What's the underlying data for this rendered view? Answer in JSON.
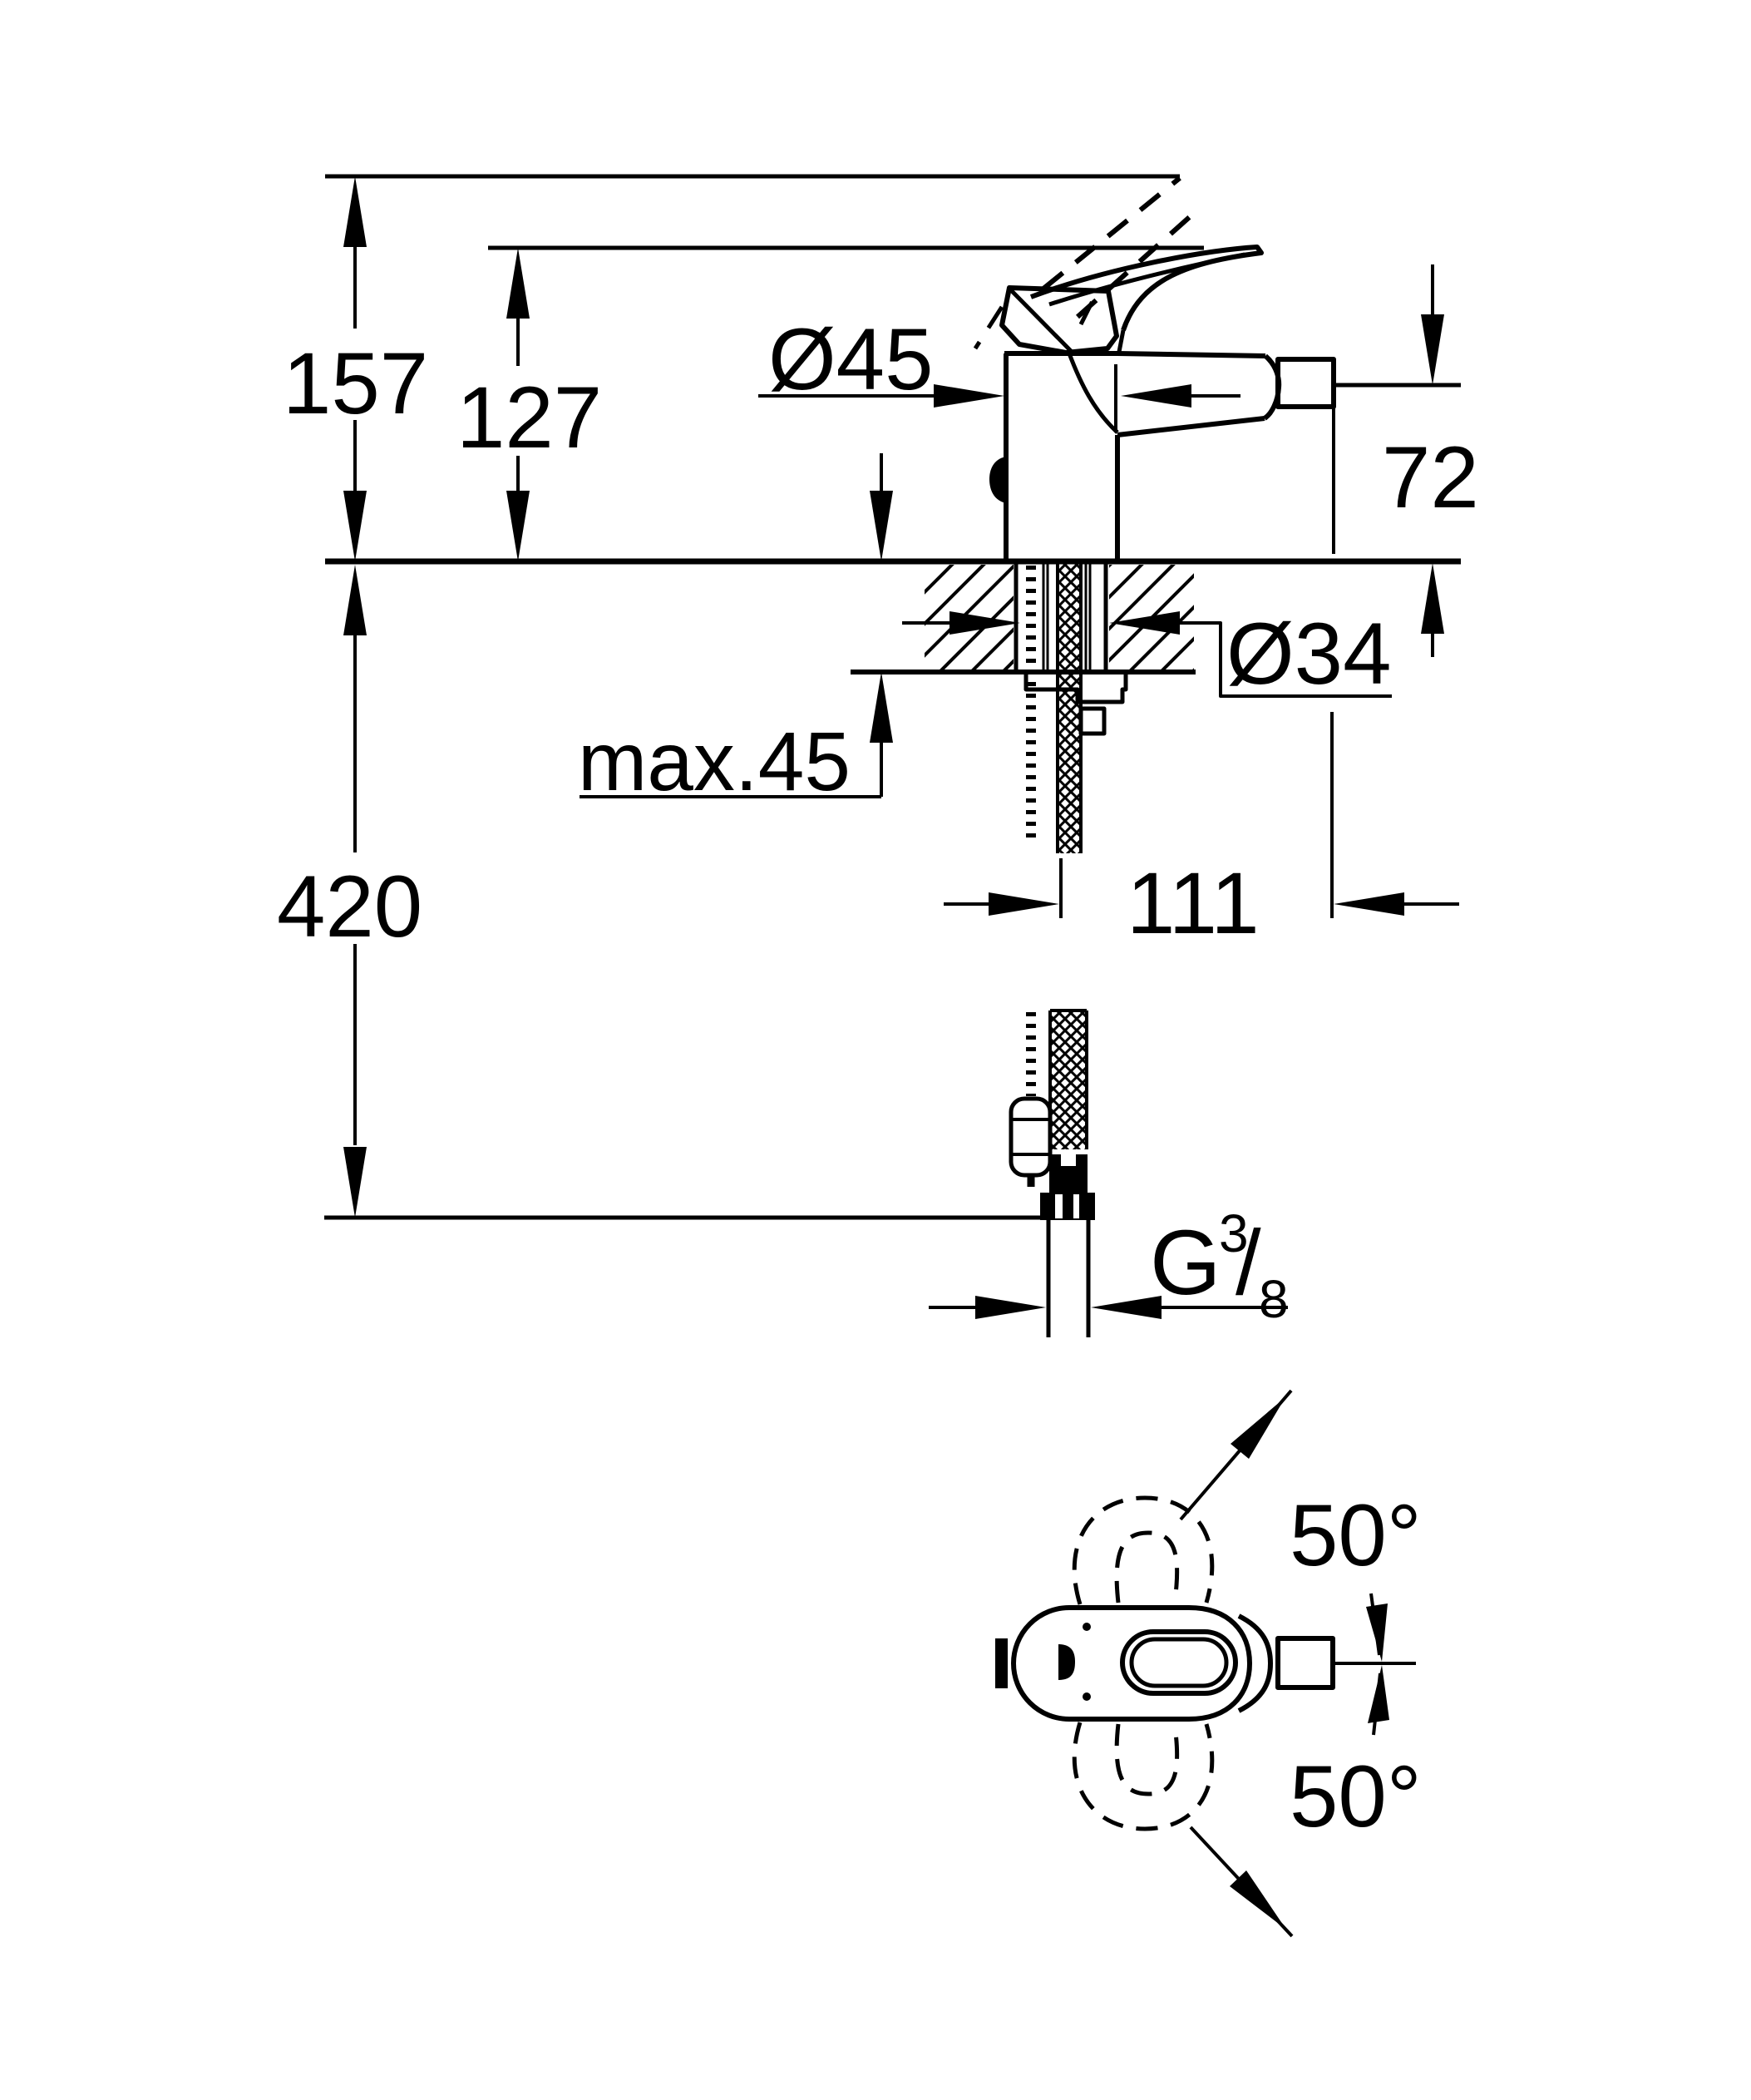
{
  "figure": {
    "kind": "technical installation drawing",
    "subject": "single-lever bidet mixer: side elevation with mounting deck cross-section, flexible supply hose detail and plan view with handle swivel range"
  },
  "colors": {
    "ink": "#000000",
    "background": "#ffffff"
  },
  "labels": {
    "overall_height": "157",
    "handle_height": "127",
    "body_diameter": "Ø45",
    "spout_height": "72",
    "hole_diameter": "Ø34",
    "max_deck_thickness": "max.45",
    "hose_length": "420",
    "reach": "111",
    "thread_g": "G",
    "thread_numerator": "3",
    "thread_slash": "/",
    "thread_denominator": "8",
    "swivel_angle_upper": "50°",
    "swivel_angle_lower": "50°"
  }
}
